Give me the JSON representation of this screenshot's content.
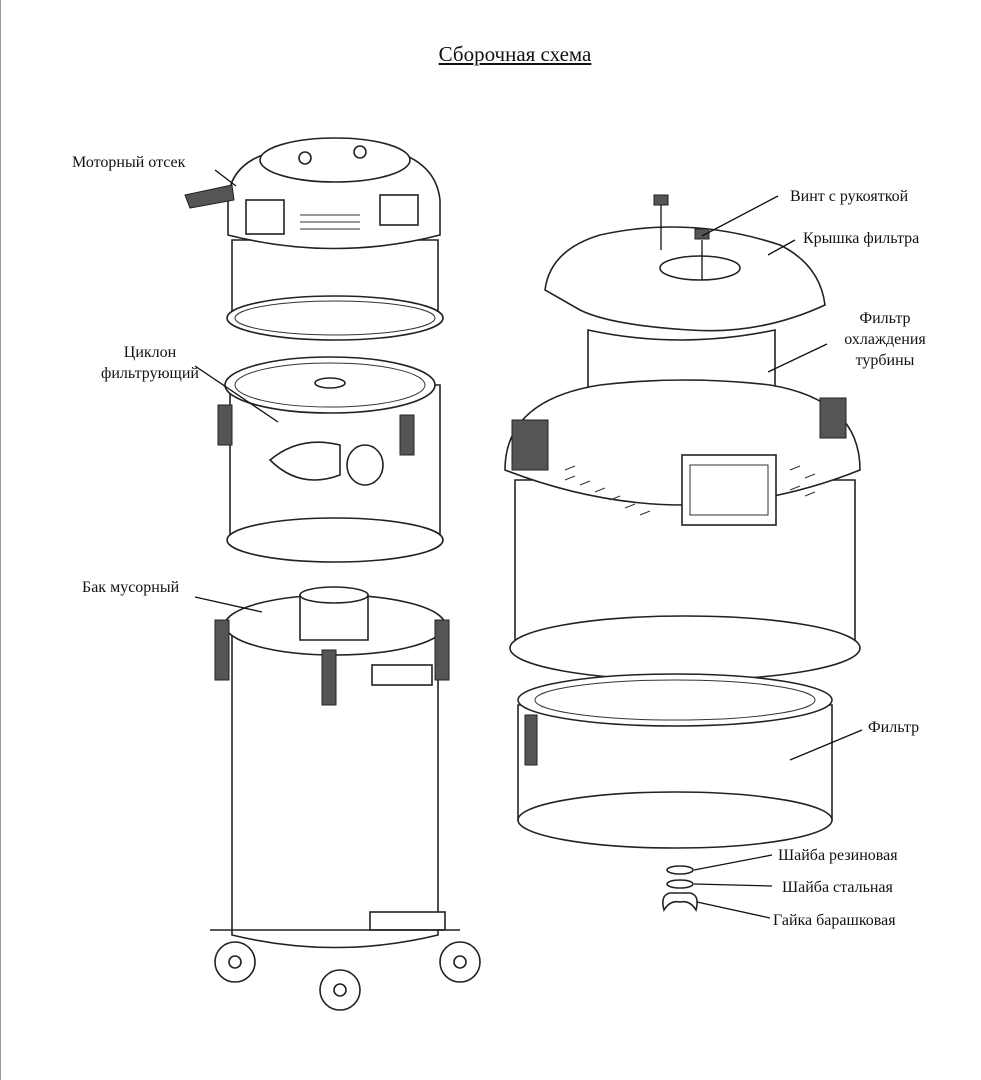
{
  "title": "Сборочная схема",
  "labels": {
    "motor": "Моторный отсек",
    "cyclone_line1": "Циклон",
    "cyclone_line2": "фильтрующий",
    "bin": "Бак мусорный",
    "screw": "Винт с рукояткой",
    "filter_cover": "Крышка фильтра",
    "cooling_filter_line1": "Фильтр",
    "cooling_filter_line2": "охлаждения",
    "cooling_filter_line3": "турбины",
    "filter": "Фильтр",
    "rubber_washer": "Шайба резиновая",
    "steel_washer": "Шайба стальная",
    "wing_nut": "Гайка барашковая"
  }
}
